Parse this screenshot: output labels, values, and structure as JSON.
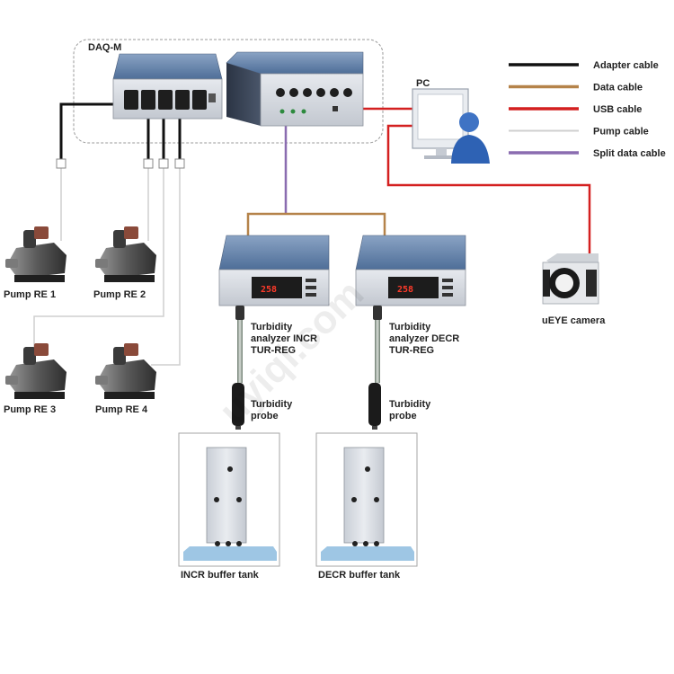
{
  "title": "DAQ-M",
  "pc_label": "PC",
  "camera_label": "uEYE camera",
  "pumps": [
    "Pump RE 1",
    "Pump RE 2",
    "Pump RE 3",
    "Pump RE 4"
  ],
  "analyzers": [
    {
      "line1": "Turbidity",
      "line2": "analyzer INCR",
      "line3": "TUR-REG",
      "display": "258"
    },
    {
      "line1": "Turbidity",
      "line2": "analyzer DECR",
      "line3": "TUR-REG",
      "display": "258"
    }
  ],
  "probes": [
    {
      "line1": "Turbidity",
      "line2": "probe"
    },
    {
      "line1": "Turbidity",
      "line2": "probe"
    }
  ],
  "tanks": [
    "INCR buffer tank",
    "DECR buffer tank"
  ],
  "legend": [
    {
      "label": "Adapter cable",
      "color": "#111111"
    },
    {
      "label": "Data cable",
      "color": "#b5834a"
    },
    {
      "label": "USB cable",
      "color": "#d42020"
    },
    {
      "label": "Pump cable",
      "color": "#cfcfcf"
    },
    {
      "label": "Split data cable",
      "color": "#8a6cb0"
    }
  ],
  "watermark": "uyiqi.com"
}
